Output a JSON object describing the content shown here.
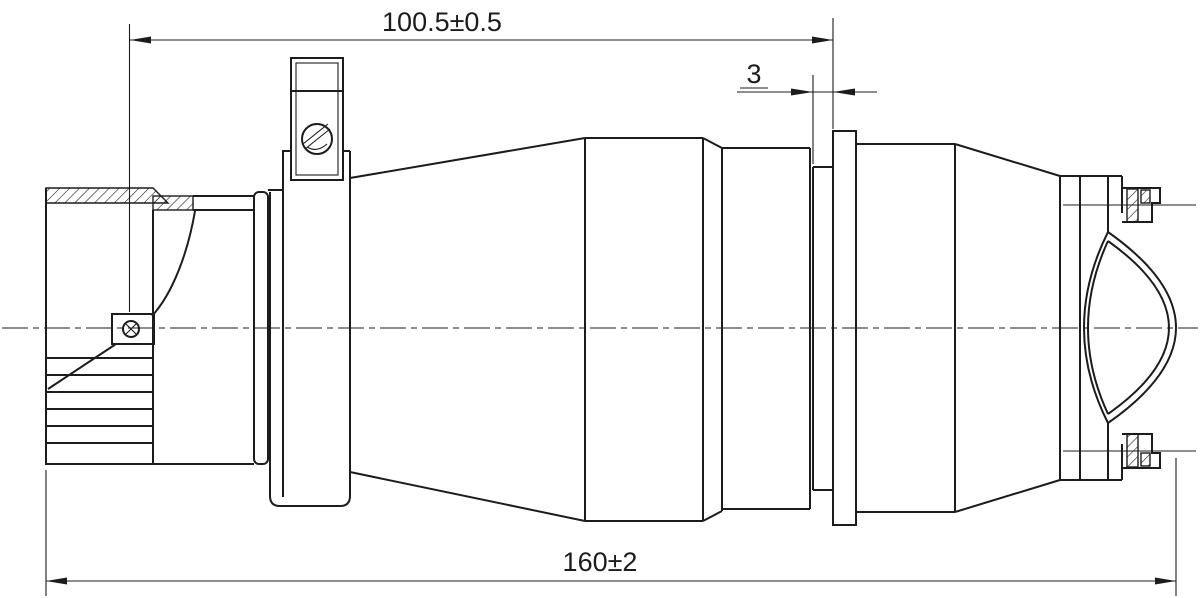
{
  "drawing": {
    "kind": "engineering-section-view-cable-connector-plug",
    "dimensions": {
      "top_length": {
        "label": "100.5±0.5"
      },
      "groove_width": {
        "label": "3"
      },
      "overall_length": {
        "label": "160±2"
      }
    },
    "colors": {
      "line": "#1c1c1c",
      "background": "#ffffff"
    }
  }
}
